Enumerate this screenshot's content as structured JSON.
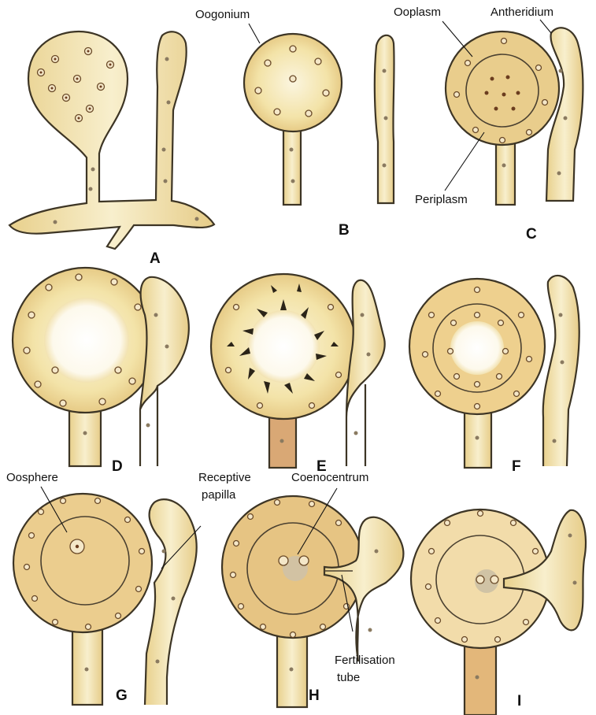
{
  "colors": {
    "cytoplasm": "#f3e3a8",
    "cytoplasm_dark": "#e2c27a",
    "cytoplasm_light": "#fbf5df",
    "wall": "#3d3525",
    "periplasm_tint": "#e8c98c",
    "background": "#ffffff"
  },
  "labels": {
    "oogonium": "Oogonium",
    "ooplasm": "Ooplasm",
    "antheridium": "Antheridium",
    "periplasm": "Periplasm",
    "oosphere": "Oosphere",
    "receptive_papilla_1": "Receptive",
    "receptive_papilla_2": "papilla",
    "coenocentrum": "Coenocentrum",
    "fertilisation_tube_1": "Fertilisation",
    "fertilisation_tube_2": "tube"
  },
  "panels": [
    "A",
    "B",
    "C",
    "D",
    "E",
    "F",
    "G",
    "H",
    "I"
  ]
}
